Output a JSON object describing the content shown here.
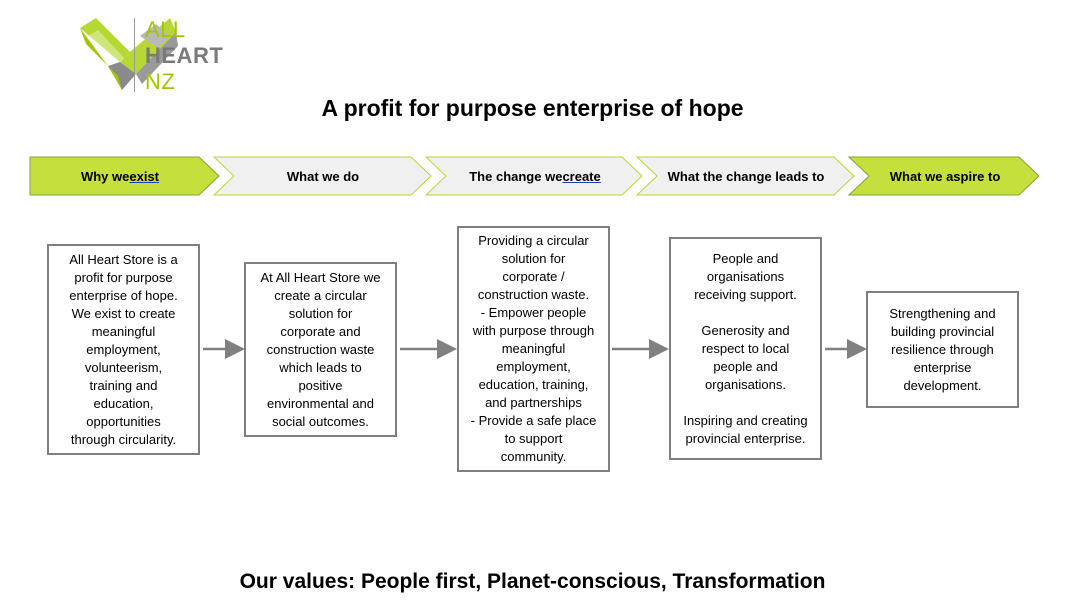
{
  "logo": {
    "line1": "ALL",
    "line2": "HEART",
    "line3": "NZ",
    "colors": {
      "green": "#b7d733",
      "grey": "#8a8a8a"
    }
  },
  "title": "A profit for purpose enterprise of hope",
  "stages": [
    {
      "pre": "Why we ",
      "ul": "exist",
      "post": "",
      "color": "#c5e03c"
    },
    {
      "pre": "What we do",
      "ul": "",
      "post": "",
      "color": "#f0f0f0"
    },
    {
      "pre": "The change we ",
      "ul": "create",
      "post": "",
      "color": "#f0f0f0"
    },
    {
      "pre": "What the change leads to",
      "ul": "",
      "post": "",
      "color": "#f0f0f0"
    },
    {
      "pre": "What we aspire to",
      "ul": "",
      "post": "",
      "color": "#c5e03c"
    }
  ],
  "boxes": [
    {
      "text": "All Heart Store is a\nprofit for purpose\nenterprise of hope.\nWe exist to create\nmeaningful\nemployment,\nvolunteerism,\ntraining and\neducation,\nopportunities\nthrough circularity."
    },
    {
      "text": "At All Heart Store we\ncreate a circular\nsolution for\ncorporate and\nconstruction waste\nwhich leads to\npositive\nenvironmental and\nsocial outcomes."
    },
    {
      "text": "Providing a circular\nsolution for\ncorporate /\nconstruction waste.\n- Empower people\nwith purpose through\nmeaningful\nemployment,\neducation, training,\nand partnerships\n- Provide a safe place\nto support\ncommunity."
    },
    {
      "text": "People and\norganisations\nreceiving support.\n\nGenerosity and\nrespect to local\npeople and\norganisations.\n\nInspiring and creating\nprovincial enterprise."
    },
    {
      "text": "Strengthening and\nbuilding provincial\nresilience through\nenterprise\ndevelopment."
    }
  ],
  "values_line": "Our values: People first, Planet-conscious, Transformation",
  "colors": {
    "border": "#7f7f7f",
    "arrow": "#808080",
    "chevron_border": "#7fa33a"
  }
}
